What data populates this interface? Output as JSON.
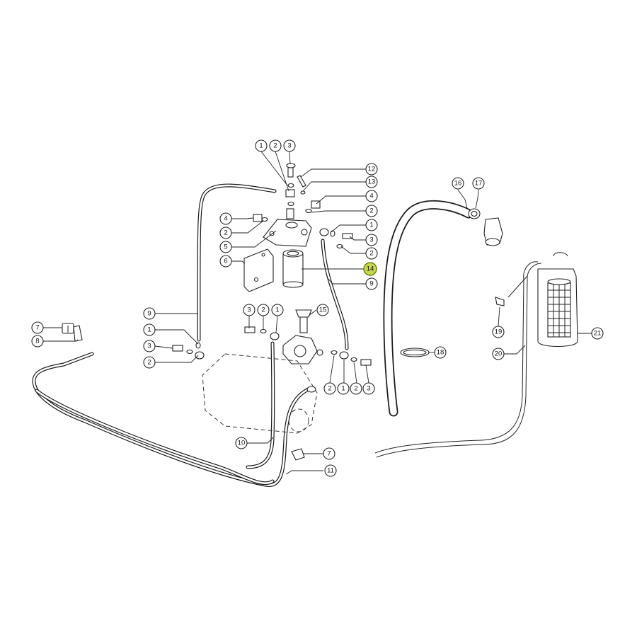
{
  "highlight_color": "#c6d84a",
  "highlighted_callout": "14",
  "callouts": [
    {
      "id": "c1a",
      "label": "1"
    },
    {
      "id": "c2a",
      "label": "2"
    },
    {
      "id": "c3a",
      "label": "3"
    },
    {
      "id": "c12",
      "label": "12"
    },
    {
      "id": "c13",
      "label": "13"
    },
    {
      "id": "c4a",
      "label": "4"
    },
    {
      "id": "c4b",
      "label": "4"
    },
    {
      "id": "c2b",
      "label": "2"
    },
    {
      "id": "c2c",
      "label": "2"
    },
    {
      "id": "c1b",
      "label": "1"
    },
    {
      "id": "c3b",
      "label": "3"
    },
    {
      "id": "c5",
      "label": "5"
    },
    {
      "id": "c2d",
      "label": "2"
    },
    {
      "id": "c6",
      "label": "6"
    },
    {
      "id": "c14",
      "label": "14"
    },
    {
      "id": "c9a",
      "label": "9"
    },
    {
      "id": "c9b",
      "label": "9"
    },
    {
      "id": "c3c",
      "label": "3"
    },
    {
      "id": "c2e",
      "label": "2"
    },
    {
      "id": "c1c",
      "label": "1"
    },
    {
      "id": "c15",
      "label": "15"
    },
    {
      "id": "c1d",
      "label": "1"
    },
    {
      "id": "c3d",
      "label": "3"
    },
    {
      "id": "c2f",
      "label": "2"
    },
    {
      "id": "c2g",
      "label": "2"
    },
    {
      "id": "c1e",
      "label": "1"
    },
    {
      "id": "c2h",
      "label": "2"
    },
    {
      "id": "c3e",
      "label": "3"
    },
    {
      "id": "c7a",
      "label": "7"
    },
    {
      "id": "c8",
      "label": "8"
    },
    {
      "id": "c10",
      "label": "10"
    },
    {
      "id": "c7b",
      "label": "7"
    },
    {
      "id": "c11",
      "label": "11"
    },
    {
      "id": "c16",
      "label": "16"
    },
    {
      "id": "c17",
      "label": "17"
    },
    {
      "id": "c18",
      "label": "18"
    },
    {
      "id": "c19",
      "label": "19"
    },
    {
      "id": "c20",
      "label": "20"
    },
    {
      "id": "c21",
      "label": "21"
    }
  ]
}
